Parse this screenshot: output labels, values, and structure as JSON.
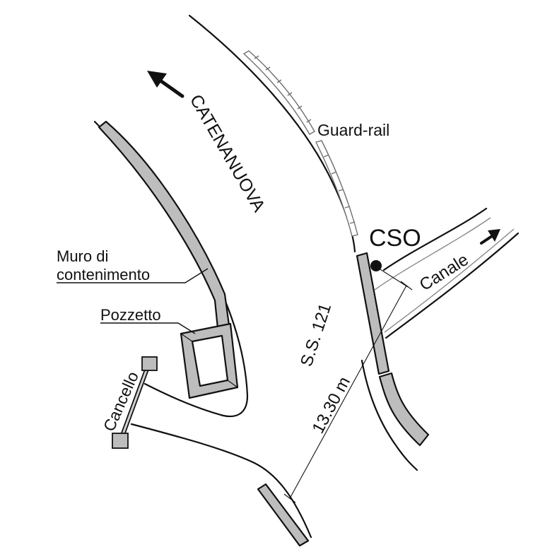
{
  "labels": {
    "catenanuova": "CATENANUOVA",
    "guard_rail": "Guard-rail",
    "cso": "CSO",
    "canale": "Canale",
    "muro_line1": "Muro di",
    "muro_line2": "contenimento",
    "pozzetto": "Pozzetto",
    "road_name": "S.S. 121",
    "distance": "13.30 m",
    "cancello": "Cancello"
  },
  "colors": {
    "wall_fill": "#bdbdbd",
    "line": "#111111",
    "rail": "#6f6f6f"
  },
  "icons": {
    "direction_catenanuova": "arrow-up-left-icon",
    "direction_canale": "arrow-up-right-icon",
    "cso_point": "filled-circle-icon"
  }
}
